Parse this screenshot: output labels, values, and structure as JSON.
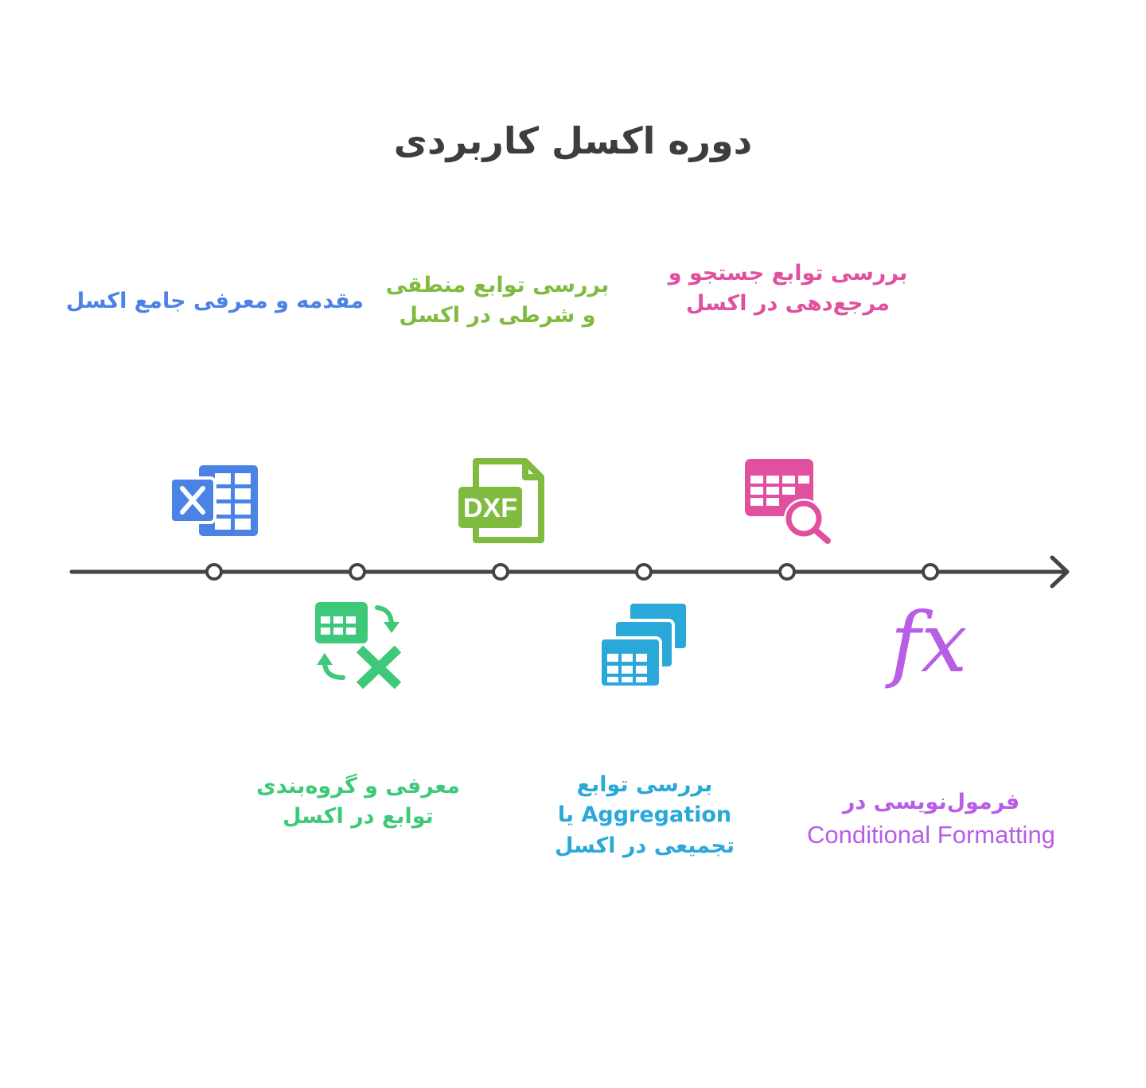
{
  "title": "دوره اکسل کاربردی",
  "colors": {
    "line": "#444444",
    "blue": "#4a82e6",
    "green": "#7fbb3e",
    "teal": "#3ec97a",
    "cyan": "#2aa8da",
    "pink": "#e0509e",
    "purple": "#b85de6"
  },
  "steps": [
    {
      "id": 1,
      "icon": "excel-x-grid-icon",
      "color": "#4a82e6",
      "lines": [
        "مقدمه و معرفی جامع اکسل"
      ]
    },
    {
      "id": 2,
      "icon": "table-swap-excel-icon",
      "color": "#3ec97a",
      "lines": [
        "معرفی و گروه‌بندی",
        "توابع در اکسل"
      ]
    },
    {
      "id": 3,
      "icon": "dxf-file-icon",
      "color": "#7fbb3e",
      "icon_text": "DXF",
      "lines": [
        "بررسی توابع منطقی",
        "و شرطی در اکسل"
      ]
    },
    {
      "id": 4,
      "icon": "stacked-tables-icon",
      "color": "#2aa8da",
      "lines": [
        "بررسی توابع",
        "Aggregation یا",
        "تجمیعی در اکسل"
      ]
    },
    {
      "id": 5,
      "icon": "table-search-icon",
      "color": "#e0509e",
      "lines": [
        "بررسی توابع جستجو و",
        "مرجع‌دهی در اکسل"
      ]
    },
    {
      "id": 6,
      "icon": "fx-function-icon",
      "color": "#b85de6",
      "icon_text": "fx",
      "lines": [
        "فرمول‌نویسی در",
        "Conditional Formatting"
      ]
    }
  ]
}
